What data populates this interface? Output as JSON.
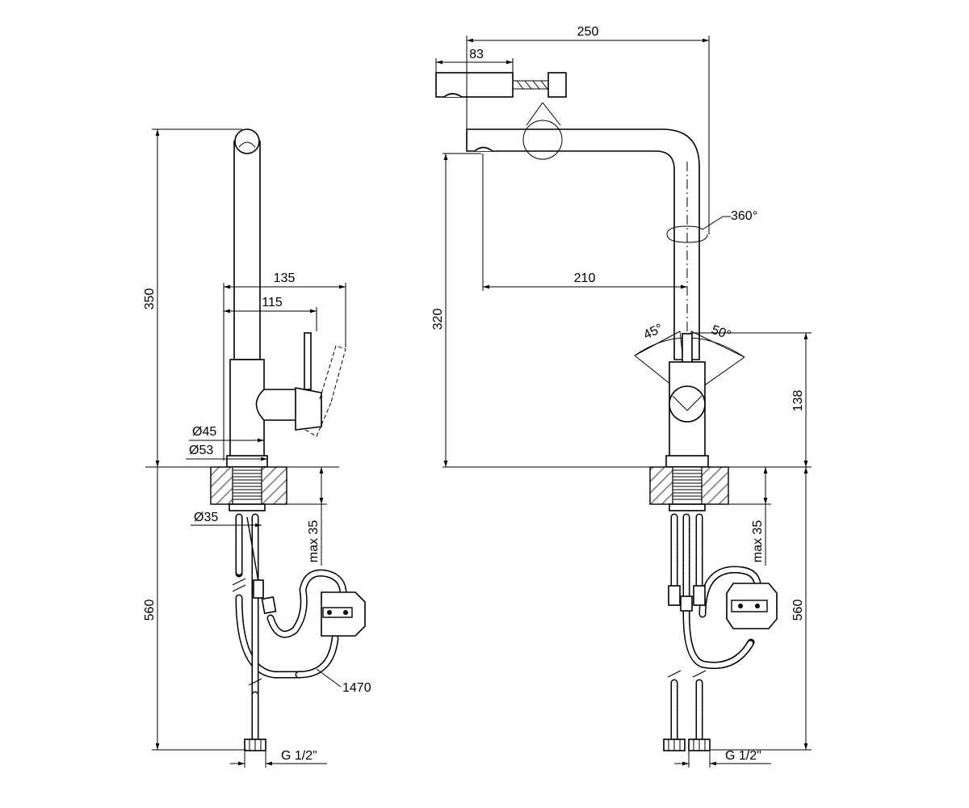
{
  "left_view": {
    "dims": {
      "height_total": "350",
      "reach_lever": "135",
      "reach_body": "115",
      "dia_body": "Ø45",
      "dia_base": "Ø53",
      "dia_shank": "Ø35",
      "max_thickness": "max 35",
      "hose_lower": "560",
      "hose_length": "1470",
      "thread": "G 1/2\""
    }
  },
  "right_view": {
    "dims": {
      "overall_reach": "250",
      "spray_head": "83",
      "rotation": "360°",
      "spout_reach": "210",
      "spout_height": "320",
      "lever_angle_left": "45°",
      "lever_angle_right": "50°",
      "lever_height": "138",
      "max_thickness": "max 35",
      "hose_lower": "560",
      "thread": "G 1/2\""
    }
  }
}
